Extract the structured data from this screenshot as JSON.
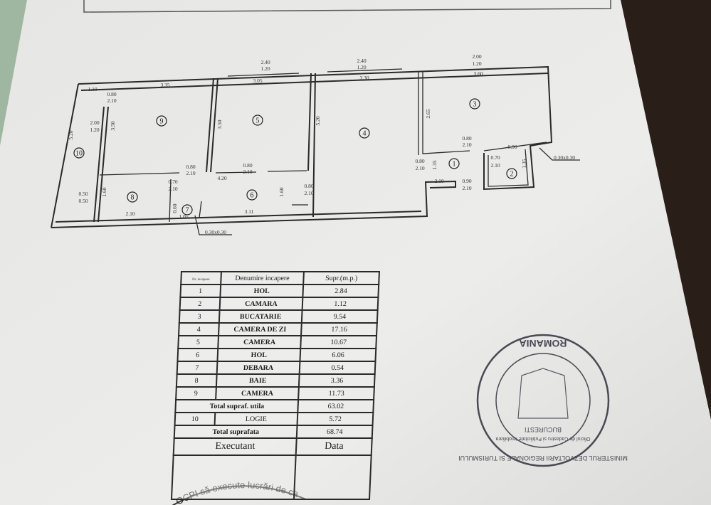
{
  "plan": {
    "dimensions": [
      "2.40",
      "1.20",
      "2.40",
      "1.20",
      "2.00",
      "1.20",
      "1.10",
      "3.35",
      "0.80",
      "2.10",
      "3.05",
      "3.30",
      "3.60",
      "5.20",
      "2.00",
      "1.20",
      "3.50",
      "3.50",
      "5.20",
      "2.65",
      "0.80",
      "2.10",
      "0.80",
      "2.10",
      "4.20",
      "0.70",
      "2.10",
      "0.50",
      "0.50",
      "1.60",
      "2.10",
      "0.60",
      "1.05",
      "3.11",
      "1.60",
      "0.80",
      "2.10",
      "0.30x0.30",
      "0.80",
      "2.10",
      "0.90",
      "0.70",
      "2.10",
      "1.35",
      "0.80",
      "2.10",
      "1.35",
      "2.10",
      "0.90",
      "2.10",
      "0.30x0.30"
    ],
    "room_numbers": [
      "9",
      "5",
      "4",
      "3",
      "1",
      "2",
      "10",
      "8",
      "6",
      "7"
    ]
  },
  "table": {
    "headers": {
      "nr": "Nr. incapere",
      "name": "Denumire incapere",
      "area": "Supr.(m.p.)"
    },
    "rows": [
      {
        "nr": "1",
        "name": "HOL",
        "area": "2.84"
      },
      {
        "nr": "2",
        "name": "CAMARA",
        "area": "1.12"
      },
      {
        "nr": "3",
        "name": "BUCATARIE",
        "area": "9.54"
      },
      {
        "nr": "4",
        "name": "CAMERA DE ZI",
        "area": "17.16"
      },
      {
        "nr": "5",
        "name": "CAMERA",
        "area": "10.67"
      },
      {
        "nr": "6",
        "name": "HOL",
        "area": "6.06"
      },
      {
        "nr": "7",
        "name": "DEBARA",
        "area": "0.54"
      },
      {
        "nr": "8",
        "name": "BAIE",
        "area": "3.36"
      },
      {
        "nr": "9",
        "name": "CAMERA",
        "area": "11.73"
      }
    ],
    "total_useful": {
      "label": "Total supraf. utila",
      "area": "63.02"
    },
    "row10": {
      "nr": "10",
      "name": "LOGIE",
      "area": "5.72"
    },
    "total": {
      "label": "Total suprafata",
      "area": "68.74"
    },
    "executant_label": "Executant",
    "date_label": "Data"
  },
  "stamps": {
    "bottom_stamp_text": "OCPI să execute lucrări de ca",
    "official_stamp": {
      "outer": "MINISTERUL DEZVOLTARII REGIONALE SI TURISMULUI",
      "bottom": "ROMANIA",
      "inner": "Oficiul de Cadastru si Publicitate Imobiliara",
      "city": "BUCURESTI"
    }
  },
  "colors": {
    "paper": "#e9e9e7",
    "ink": "#2a2a2a",
    "stamp": "#4a4a55",
    "background": "#2a1e18"
  }
}
